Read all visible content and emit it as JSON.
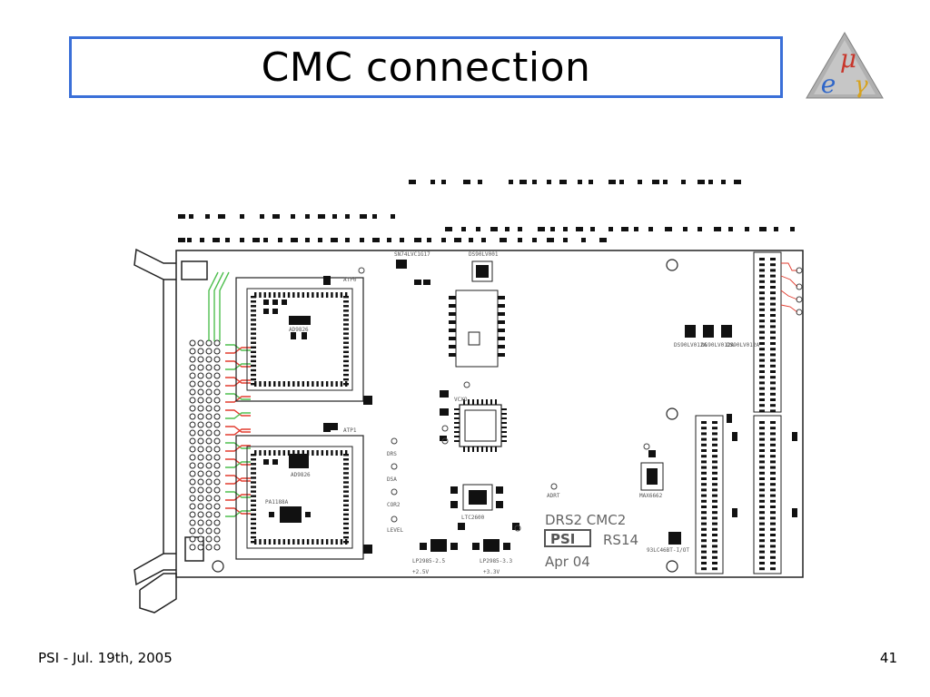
{
  "slide": {
    "title": "CMC connection",
    "footer_left": "PSI - Jul. 19th,  2005",
    "slide_number": "41"
  },
  "logo": {
    "letters": [
      "μ",
      "e",
      "γ"
    ],
    "colors": {
      "mu": "#c8362b",
      "e": "#2f66c8",
      "gamma": "#d6a21e",
      "triangle": "#a8a8a8"
    }
  },
  "board": {
    "name": "DRS2 CMC2",
    "revision": "RS14",
    "date": "Apr 04",
    "vendor_mark": "PSI",
    "component_labels": {
      "ds90lv001": "DS90LV001",
      "sn74lvc1g17": "SN74LVC1G17",
      "ds90lv012a_1": "DS90LV012A",
      "ds90lv012a_2": "DS90LV012A",
      "ds90lv012a_3": "DS90LV012A",
      "ad9826": "AD9826",
      "ad9826_b": "AD9826",
      "vcxo": "VCXO",
      "ltc2600": "LTC2600",
      "max6662": "MAX6662",
      "eeprom": "93LC46BT-I/OT",
      "reg25": "LP2985-2.5",
      "reg33": "LP2985-3.3",
      "pa": "PA1188A",
      "v25": "+2.5V",
      "v33": "+3.3V",
      "drs": "DRS",
      "dsa": "DSA",
      "cor": "COR2",
      "level": "LEVEL",
      "adrt": "ADRT",
      "atp0": "ATP0",
      "atp1": "ATP1"
    }
  },
  "colors": {
    "title_border": "#3a6fd8",
    "trace_red": "#e23b2e",
    "trace_green": "#4fbf4f",
    "board_outline": "#222222",
    "pad": "#111111"
  }
}
